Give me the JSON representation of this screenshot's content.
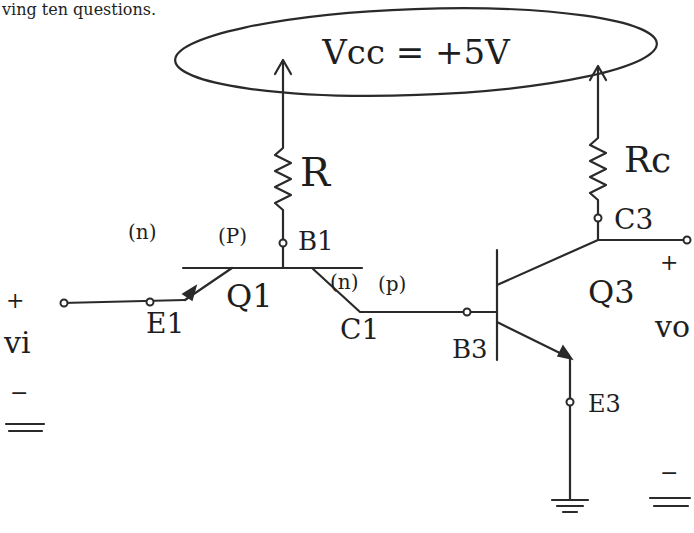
{
  "diagram": {
    "nodes": [
      {
        "text": [
          "Vcc = +5V"
        ]
      }
    ],
    "labels": [
      "ving ten questions.",
      "R",
      "(P)",
      "B1",
      "(n)",
      "Q1",
      "(n)",
      "(p)",
      "E1",
      "C1",
      "B3",
      "Rc",
      "C3",
      "Q3",
      "+",
      "vo",
      "E3",
      "−",
      "+",
      "vi",
      "−"
    ]
  }
}
